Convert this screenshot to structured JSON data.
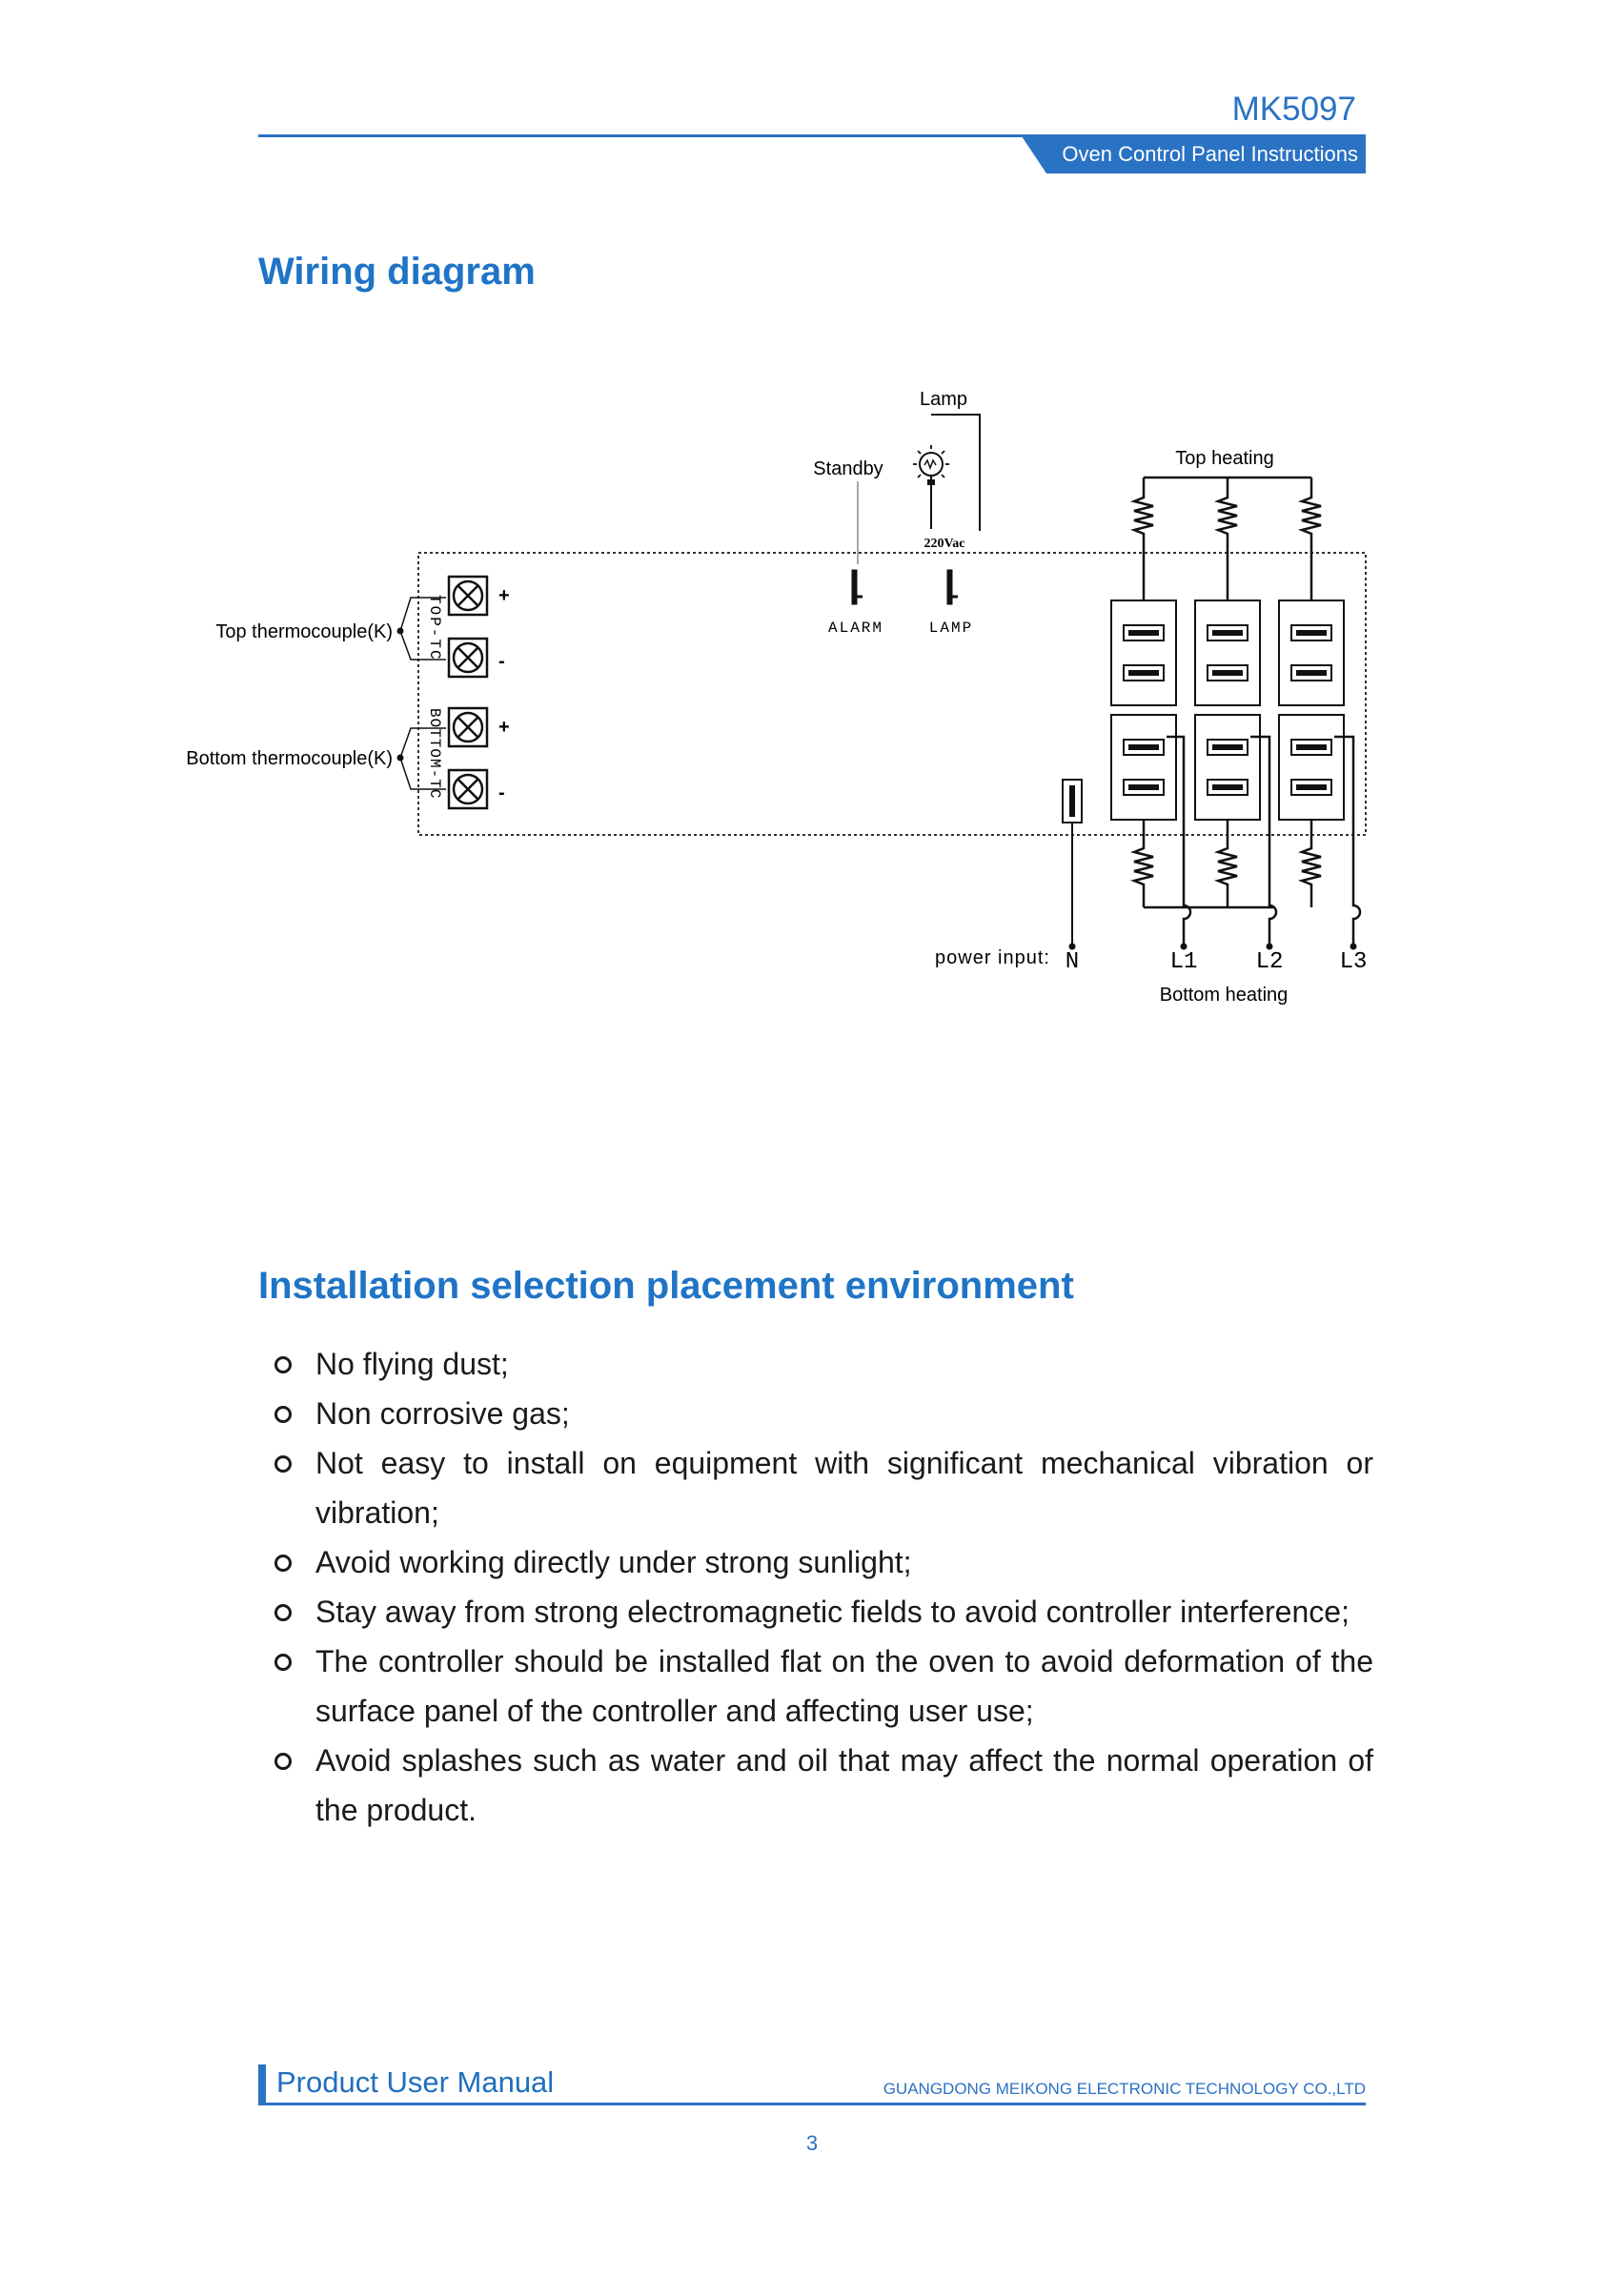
{
  "header": {
    "model": "MK5097",
    "subtitle": "Oven Control Panel Instructions"
  },
  "wiring": {
    "title": "Wiring diagram",
    "labels": {
      "lamp": "Lamp",
      "standby": "Standby",
      "voltage": "220Vac",
      "alarm": "ALARM",
      "lamp_terminal": "LAMP",
      "top_heating": "Top heating",
      "bottom_heating": "Bottom heating",
      "top_tc_label": "TOP-TC",
      "bottom_tc_label": "BOTTOM-TC",
      "top_thermocouple": "Top thermocouple(K)",
      "bottom_thermocouple": "Bottom thermocouple(K)",
      "plus": "+",
      "minus": "-",
      "power_input": "power input:",
      "n": "N",
      "l1": "L1",
      "l2": "L2",
      "l3": "L3"
    }
  },
  "installation": {
    "title": "Installation selection placement environment",
    "items": [
      "No flying dust;",
      "Non corrosive gas;",
      "Not easy to install on equipment with significant mechanical vibration or vibration;",
      "Avoid working directly under strong sunlight;",
      "Stay away from strong electromagnetic fields to avoid controller interference;",
      "The controller should be installed flat on the oven to avoid deformation of the surface panel of the controller and affecting user use;",
      "Avoid splashes such as water and oil that may affect the normal operation of the product."
    ]
  },
  "footer": {
    "title": "Product User Manual",
    "company": "GUANGDONG MEIKONG ELECTRONIC TECHNOLOGY CO.,LTD",
    "page": "3"
  }
}
